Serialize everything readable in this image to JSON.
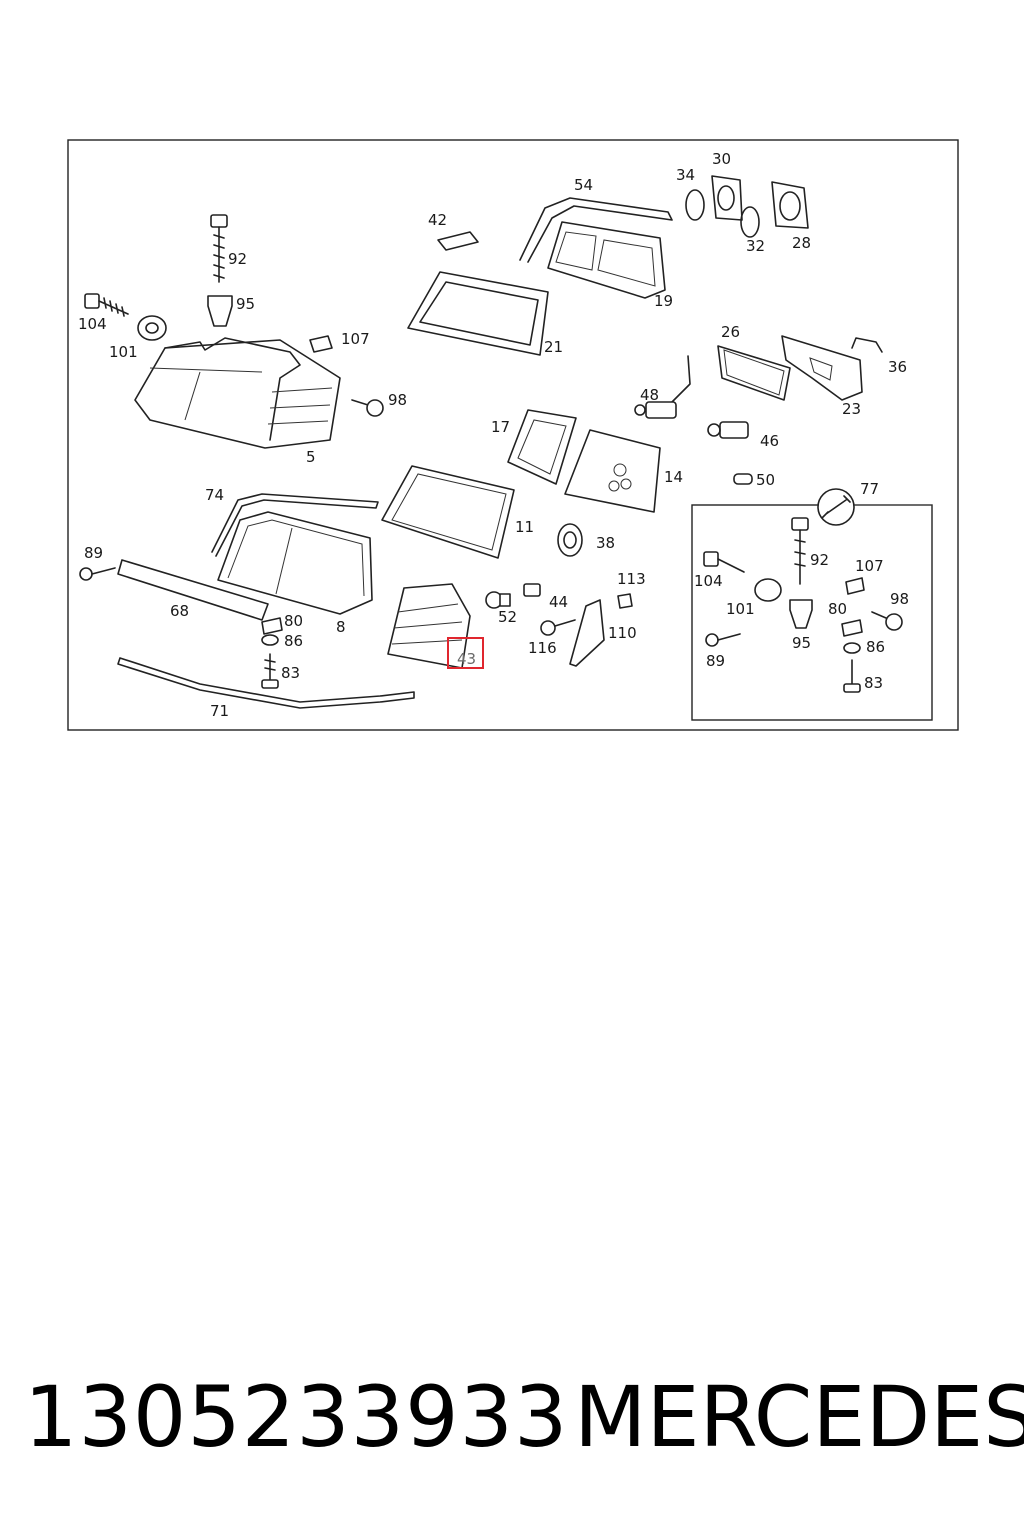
{
  "caption": {
    "part_number": "1305233933",
    "brand": "MERCEDES"
  },
  "highlight": {
    "color": "#e0262e",
    "label": "43"
  },
  "labels": {
    "l92": "92",
    "l95": "95",
    "l104": "104",
    "l101": "101",
    "l107": "107",
    "l98": "98",
    "l5": "5",
    "l42": "42",
    "l21": "21",
    "l54": "54",
    "l19": "19",
    "l34": "34",
    "l30": "30",
    "l32": "32",
    "l28": "28",
    "l26": "26",
    "l23": "23",
    "l36": "36",
    "l48": "48",
    "l46": "46",
    "l17": "17",
    "l14": "14",
    "l50": "50",
    "l74": "74",
    "l11": "11",
    "l89": "89",
    "l68": "68",
    "l8": "8",
    "l80": "80",
    "l86": "86",
    "l83": "83",
    "l71": "71",
    "l38": "38",
    "l52": "52",
    "l44": "44",
    "l113": "113",
    "l116": "116",
    "l110": "110",
    "l77": "77",
    "k92": "92",
    "k104": "104",
    "k107": "107",
    "k101": "101",
    "k80": "80",
    "k98": "98",
    "k95": "95",
    "k89": "89",
    "k86": "86",
    "k83": "83"
  }
}
